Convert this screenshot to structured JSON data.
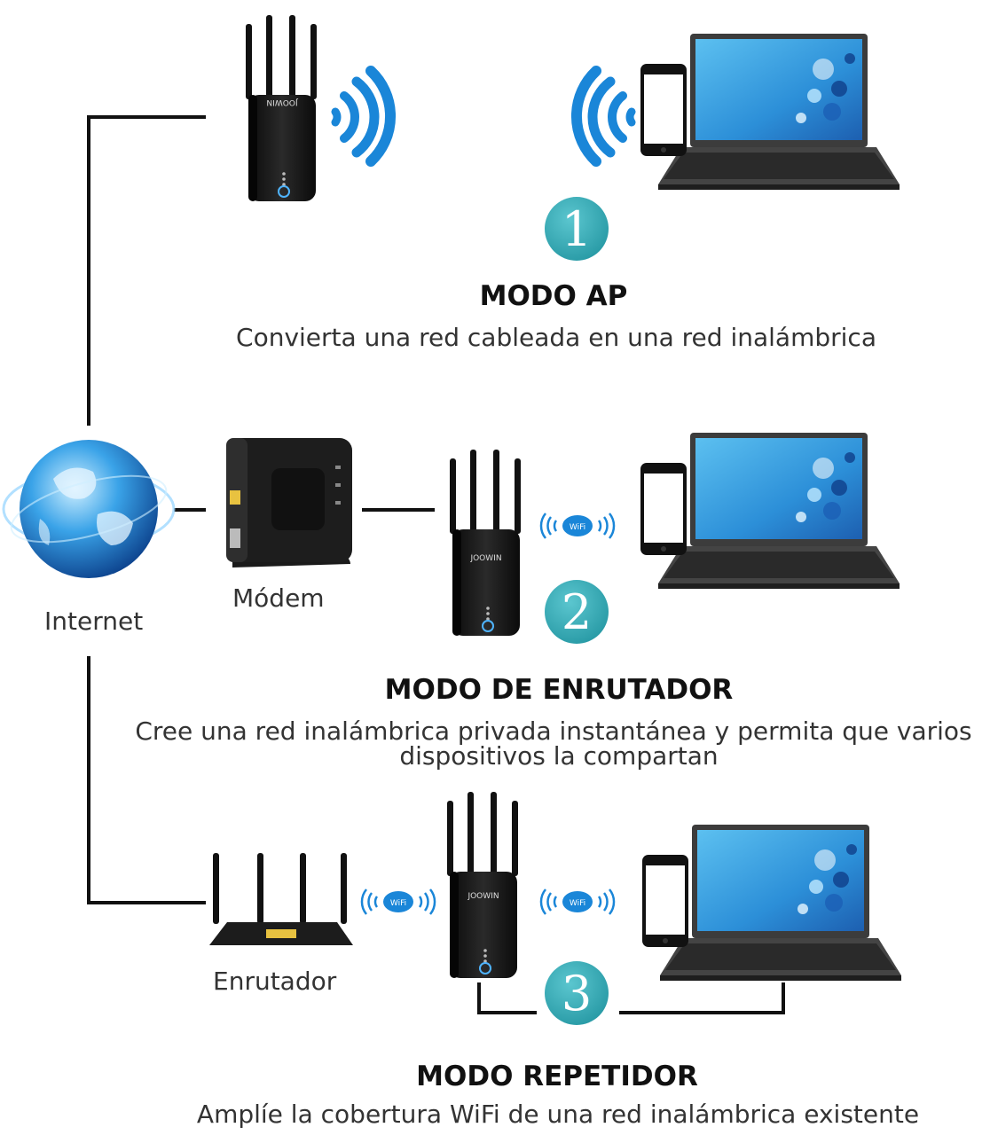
{
  "brand": "JOOWIN",
  "wifi_chip": "WiFi",
  "colors": {
    "badge": "#1f9aa6",
    "wifi_blue": "#1a86d8",
    "device_black": "#151515",
    "screen_blue": "#3a9de0"
  },
  "nodes": {
    "internet": "Internet",
    "modem": "Módem",
    "router": "Enrutador"
  },
  "modes": [
    {
      "number": "1",
      "title": "MODO AP",
      "description": "Convierta una red cableada en una red inalámbrica"
    },
    {
      "number": "2",
      "title": "MODO DE ENRUTADOR",
      "description_line1": "Cree una red inalámbrica privada instantánea y permita que varios",
      "description_line2": "dispositivos la compartan"
    },
    {
      "number": "3",
      "title": "MODO REPETIDOR",
      "description": "Amplíe la cobertura WiFi de una red inalámbrica existente"
    }
  ]
}
